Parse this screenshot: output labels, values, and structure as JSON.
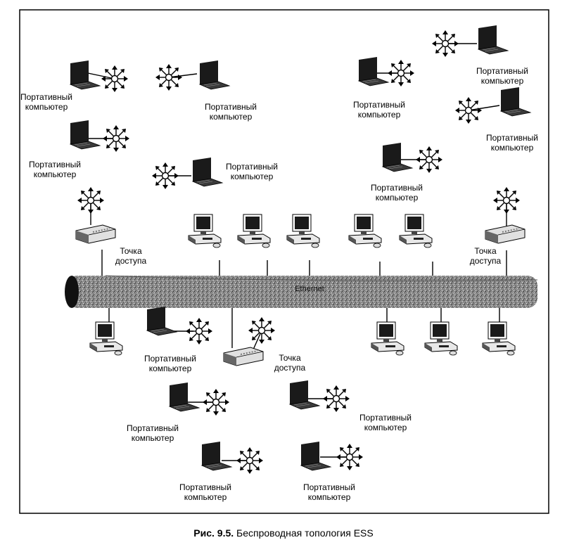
{
  "diagram": {
    "bus_label": "Ethernet",
    "laptop_label": [
      "Портативный",
      "компьютер"
    ],
    "access_point_label": [
      "Точка",
      "доступа"
    ]
  },
  "caption": {
    "prefix": "Рис. 9.5.",
    "text": "Беспроводная топология ESS"
  }
}
